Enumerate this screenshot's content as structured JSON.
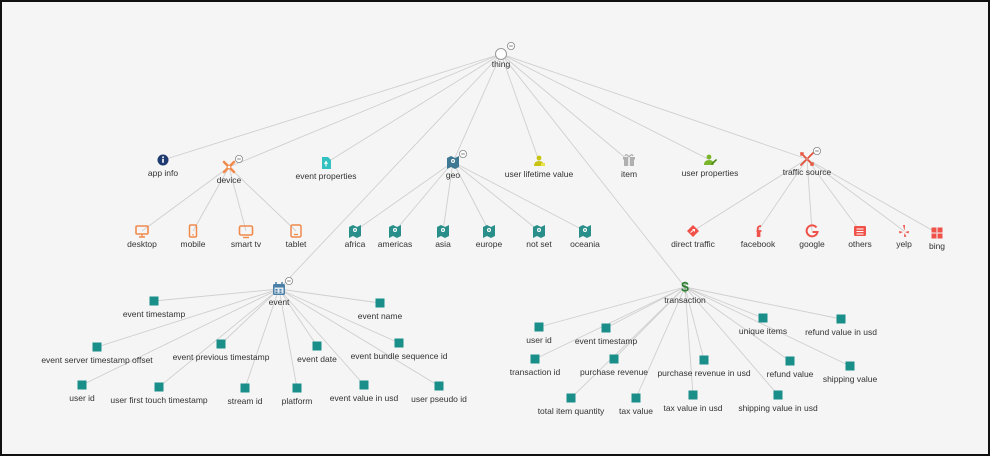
{
  "colors": {
    "edge": "#cfcfcf",
    "leaf": "#1a8f8a",
    "device": "#f08a4b",
    "geo": "#2a8f8a",
    "social": "#f0524a",
    "event": "#4a7fa8",
    "transaction": "#2e7d32",
    "app_info": "#1f3a70",
    "event_properties": "#33c0c0",
    "lifetime": "#c9c412",
    "item": "#b0b0b0",
    "user_properties": "#7bb52b",
    "traffic": "#e5533d"
  },
  "nodes": [
    {
      "id": "thing",
      "label": "thing",
      "icon": "circle-icon",
      "collapse": true
    },
    {
      "id": "app_info",
      "label": "app info",
      "icon": "info-icon"
    },
    {
      "id": "device",
      "label": "device",
      "icon": "device-icon",
      "collapse": true
    },
    {
      "id": "event_properties",
      "label": "event properties",
      "icon": "document-icon"
    },
    {
      "id": "geo",
      "label": "geo",
      "icon": "map-icon",
      "collapse": true
    },
    {
      "id": "user_lifetime_value",
      "label": "user lifetime value",
      "icon": "user-money-icon"
    },
    {
      "id": "item",
      "label": "item",
      "icon": "gift-icon"
    },
    {
      "id": "user_properties",
      "label": "user properties",
      "icon": "user-edit-icon"
    },
    {
      "id": "traffic_source",
      "label": "traffic source",
      "icon": "arrows-icon",
      "collapse": true
    },
    {
      "id": "desktop",
      "label": "desktop",
      "icon": "monitor-icon"
    },
    {
      "id": "mobile",
      "label": "mobile",
      "icon": "phone-icon"
    },
    {
      "id": "smart_tv",
      "label": "smart tv",
      "icon": "tv-icon"
    },
    {
      "id": "tablet",
      "label": "tablet",
      "icon": "tablet-icon"
    },
    {
      "id": "africa",
      "label": "africa",
      "icon": "map-icon"
    },
    {
      "id": "americas",
      "label": "americas",
      "icon": "map-icon"
    },
    {
      "id": "asia",
      "label": "asia",
      "icon": "map-icon"
    },
    {
      "id": "europe",
      "label": "europe",
      "icon": "map-icon"
    },
    {
      "id": "not_set",
      "label": "not set",
      "icon": "map-icon"
    },
    {
      "id": "oceania",
      "label": "oceania",
      "icon": "map-icon"
    },
    {
      "id": "direct_traffic",
      "label": "direct traffic",
      "icon": "diamond-arrow-icon"
    },
    {
      "id": "facebook",
      "label": "facebook",
      "icon": "facebook-icon"
    },
    {
      "id": "google",
      "label": "google",
      "icon": "google-icon"
    },
    {
      "id": "others",
      "label": "others",
      "icon": "list-icon"
    },
    {
      "id": "yelp",
      "label": "yelp",
      "icon": "yelp-icon"
    },
    {
      "id": "bing",
      "label": "bing",
      "icon": "windows-icon"
    },
    {
      "id": "event",
      "label": "event",
      "icon": "calendar-icon",
      "collapse": true
    },
    {
      "id": "transaction",
      "label": "transaction",
      "icon": "dollar-icon"
    },
    {
      "id": "event_timestamp",
      "label": "event timestamp",
      "icon": "square-icon"
    },
    {
      "id": "event_name",
      "label": "event name",
      "icon": "square-icon"
    },
    {
      "id": "event_server_timestamp_offset",
      "label": "event server timestamp offset",
      "icon": "square-icon"
    },
    {
      "id": "event_previous_timestamp",
      "label": "event previous timestamp",
      "icon": "square-icon"
    },
    {
      "id": "event_date",
      "label": "event date",
      "icon": "square-icon"
    },
    {
      "id": "event_bundle_sequence_id",
      "label": "event bundle sequence id",
      "icon": "square-icon"
    },
    {
      "id": "user_id_e",
      "label": "user id",
      "icon": "square-icon"
    },
    {
      "id": "user_first_touch_timestamp",
      "label": "user first touch timestamp",
      "icon": "square-icon"
    },
    {
      "id": "stream_id",
      "label": "stream id",
      "icon": "square-icon"
    },
    {
      "id": "platform",
      "label": "platform",
      "icon": "square-icon"
    },
    {
      "id": "event_value_in_usd",
      "label": "event value in usd",
      "icon": "square-icon"
    },
    {
      "id": "user_pseudo_id",
      "label": "user pseudo id",
      "icon": "square-icon"
    },
    {
      "id": "user_id_t",
      "label": "user id",
      "icon": "square-icon"
    },
    {
      "id": "event_timestamp_t",
      "label": "event timestamp",
      "icon": "square-icon"
    },
    {
      "id": "unique_items",
      "label": "unique items",
      "icon": "square-icon"
    },
    {
      "id": "refund_value_in_usd",
      "label": "refund value in usd",
      "icon": "square-icon"
    },
    {
      "id": "transaction_id",
      "label": "transaction id",
      "icon": "square-icon"
    },
    {
      "id": "purchase_revenue",
      "label": "purchase revenue",
      "icon": "square-icon"
    },
    {
      "id": "purchase_revenue_in_usd",
      "label": "purchase revenue in usd",
      "icon": "square-icon"
    },
    {
      "id": "refund_value",
      "label": "refund value",
      "icon": "square-icon"
    },
    {
      "id": "shipping_value",
      "label": "shipping value",
      "icon": "square-icon"
    },
    {
      "id": "total_item_quantity",
      "label": "total item quantity",
      "icon": "square-icon"
    },
    {
      "id": "tax_value",
      "label": "tax value",
      "icon": "square-icon"
    },
    {
      "id": "tax_value_in_usd",
      "label": "tax value in usd",
      "icon": "square-icon"
    },
    {
      "id": "shipping_value_in_usd",
      "label": "shipping value in usd",
      "icon": "square-icon"
    }
  ],
  "edges": [
    [
      "thing",
      "app_info"
    ],
    [
      "thing",
      "device"
    ],
    [
      "thing",
      "event_properties"
    ],
    [
      "thing",
      "geo"
    ],
    [
      "thing",
      "user_lifetime_value"
    ],
    [
      "thing",
      "item"
    ],
    [
      "thing",
      "user_properties"
    ],
    [
      "thing",
      "traffic_source"
    ],
    [
      "thing",
      "event"
    ],
    [
      "thing",
      "transaction"
    ],
    [
      "device",
      "desktop"
    ],
    [
      "device",
      "mobile"
    ],
    [
      "device",
      "smart_tv"
    ],
    [
      "device",
      "tablet"
    ],
    [
      "geo",
      "africa"
    ],
    [
      "geo",
      "americas"
    ],
    [
      "geo",
      "asia"
    ],
    [
      "geo",
      "europe"
    ],
    [
      "geo",
      "not_set"
    ],
    [
      "geo",
      "oceania"
    ],
    [
      "traffic_source",
      "direct_traffic"
    ],
    [
      "traffic_source",
      "facebook"
    ],
    [
      "traffic_source",
      "google"
    ],
    [
      "traffic_source",
      "others"
    ],
    [
      "traffic_source",
      "yelp"
    ],
    [
      "traffic_source",
      "bing"
    ],
    [
      "event",
      "event_timestamp"
    ],
    [
      "event",
      "event_name"
    ],
    [
      "event",
      "event_server_timestamp_offset"
    ],
    [
      "event",
      "event_previous_timestamp"
    ],
    [
      "event",
      "event_date"
    ],
    [
      "event",
      "event_bundle_sequence_id"
    ],
    [
      "event",
      "user_id_e"
    ],
    [
      "event",
      "user_first_touch_timestamp"
    ],
    [
      "event",
      "stream_id"
    ],
    [
      "event",
      "platform"
    ],
    [
      "event",
      "event_value_in_usd"
    ],
    [
      "event",
      "user_pseudo_id"
    ],
    [
      "transaction",
      "user_id_t"
    ],
    [
      "transaction",
      "event_timestamp_t"
    ],
    [
      "transaction",
      "unique_items"
    ],
    [
      "transaction",
      "refund_value_in_usd"
    ],
    [
      "transaction",
      "transaction_id"
    ],
    [
      "transaction",
      "purchase_revenue"
    ],
    [
      "transaction",
      "purchase_revenue_in_usd"
    ],
    [
      "transaction",
      "refund_value"
    ],
    [
      "transaction",
      "shipping_value"
    ],
    [
      "transaction",
      "total_item_quantity"
    ],
    [
      "transaction",
      "tax_value"
    ],
    [
      "transaction",
      "tax_value_in_usd"
    ],
    [
      "transaction",
      "shipping_value_in_usd"
    ]
  ]
}
